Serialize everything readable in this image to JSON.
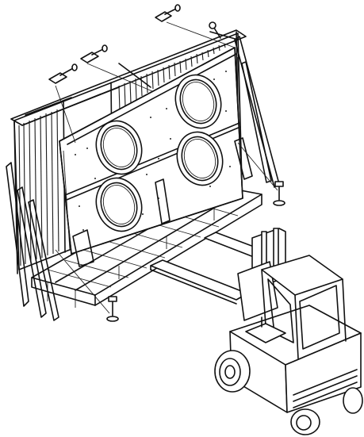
{
  "figure": {
    "colors": {
      "line": "#111111",
      "background": "#ffffff"
    },
    "parts": {
      "crate": "wooden-crate",
      "panel": "cooler-panel",
      "fans": [
        "fan-ring-top-left",
        "fan-ring-top-right",
        "fan-ring-bottom-left",
        "fan-ring-bottom-right"
      ],
      "bolts": [
        "anchor-bolt-1",
        "anchor-bolt-2",
        "anchor-bolt-3",
        "anchor-bolt-4",
        "anchor-bolt-5",
        "anchor-bolt-6"
      ],
      "forklift": "forklift-truck"
    },
    "fan_count": 4,
    "bolt_count": 6
  }
}
